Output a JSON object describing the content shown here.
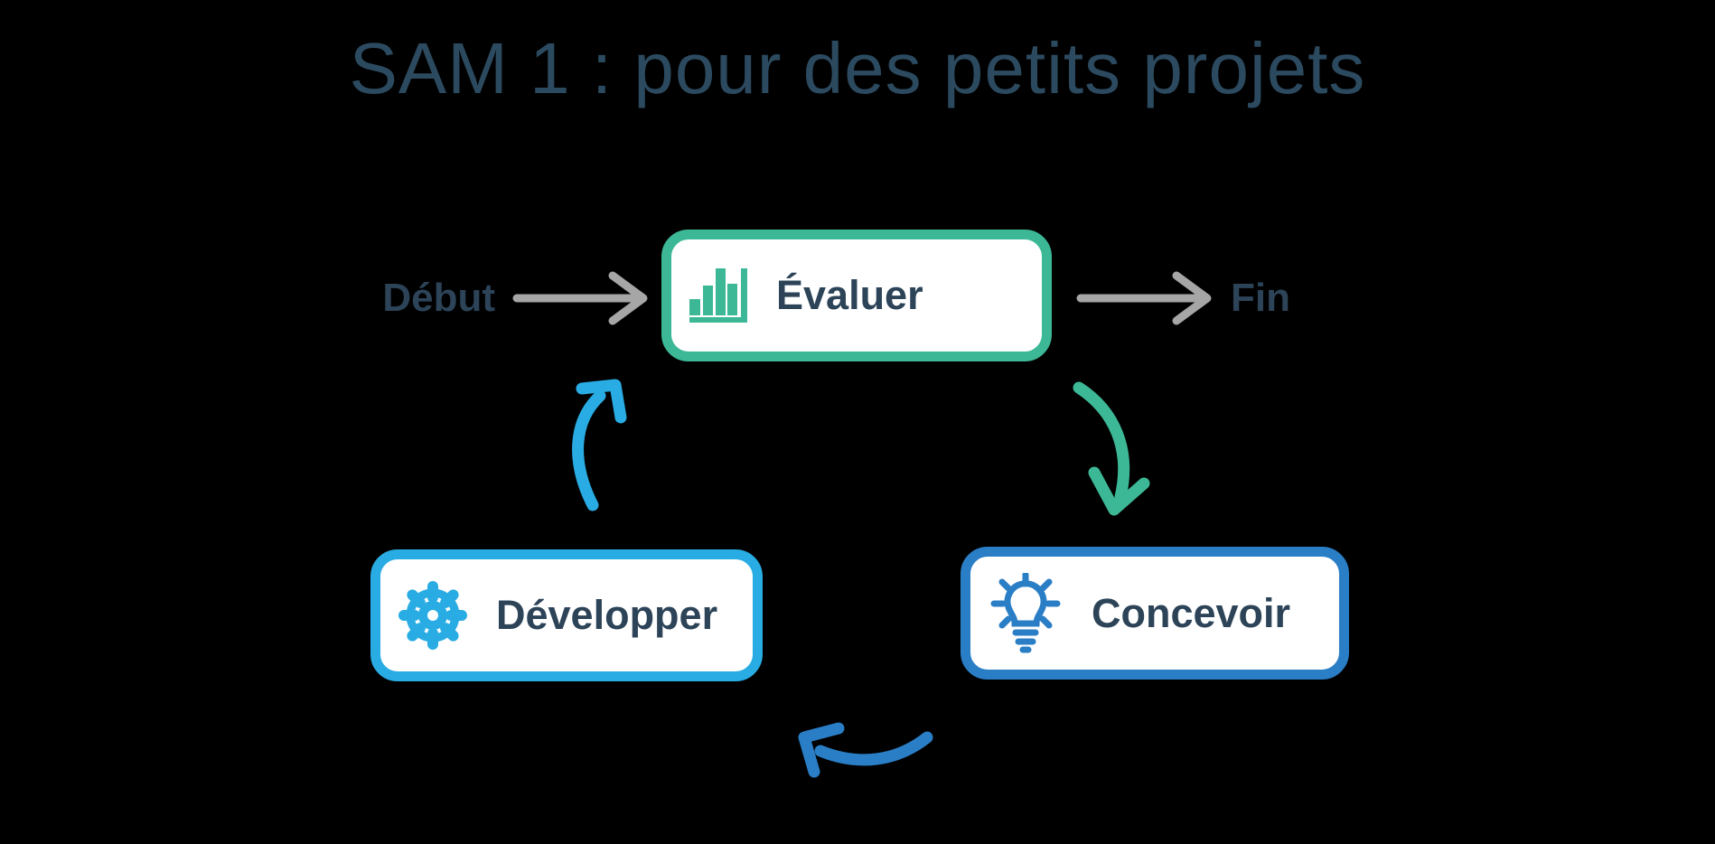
{
  "title": "SAM 1 : pour des petits projets",
  "flow": {
    "start_label": "Début",
    "end_label": "Fin",
    "nodes": [
      {
        "id": "evaluer",
        "label": "Évaluer",
        "icon": "bar-chart-icon",
        "border_color": "#3DB896"
      },
      {
        "id": "concevoir",
        "label": "Concevoir",
        "icon": "lightbulb-icon",
        "border_color": "#2A7EC6"
      },
      {
        "id": "developper",
        "label": "Développer",
        "icon": "gear-icon",
        "border_color": "#29ACE3"
      }
    ],
    "edges": [
      {
        "from": "start",
        "to": "evaluer",
        "style": "straight",
        "color": "#A6A6A6"
      },
      {
        "from": "evaluer",
        "to": "end",
        "style": "straight",
        "color": "#A6A6A6"
      },
      {
        "from": "evaluer",
        "to": "concevoir",
        "style": "curved",
        "color": "#3DB896"
      },
      {
        "from": "concevoir",
        "to": "developper",
        "style": "curved",
        "color": "#2A7EC6"
      },
      {
        "from": "developper",
        "to": "evaluer",
        "style": "curved",
        "color": "#29ACE3"
      }
    ]
  },
  "colors": {
    "green": "#3DB896",
    "light-blue": "#29ACE3",
    "medium-blue": "#2A7EC6",
    "navy": "#2C4358",
    "title-navy": "#2C4A5F",
    "gray": "#A6A6A6",
    "node-bg": "#FFFFFF",
    "background": "#000000"
  }
}
